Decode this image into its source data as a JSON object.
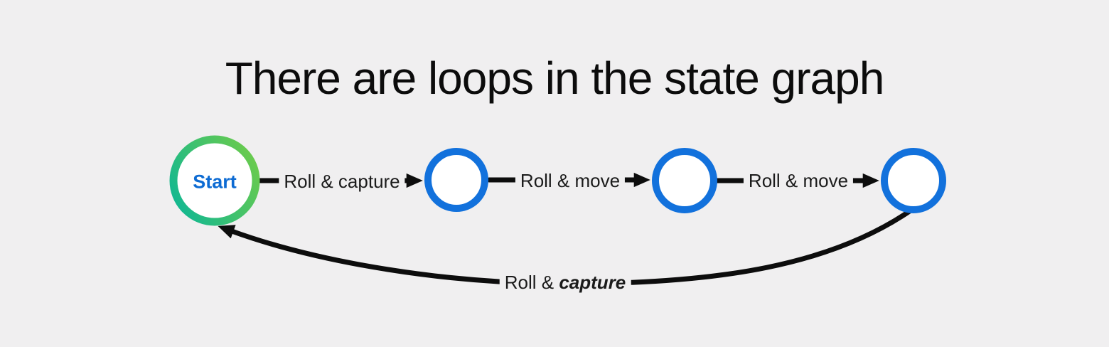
{
  "title": "There are loops in the state graph",
  "nodes": {
    "start": {
      "label": "Start"
    }
  },
  "edges": {
    "e1": {
      "label": "Roll & capture"
    },
    "e2": {
      "label": "Roll & move"
    },
    "e3": {
      "label": "Roll & move"
    },
    "loop": {
      "label_prefix": "Roll &",
      "label_emphasis": "capture"
    }
  },
  "colors": {
    "background": "#F0EFF0",
    "node_border_blue": "#1271DC",
    "start_label_blue": "#0D6BD3",
    "edge_line": "#0D0D0D",
    "title_color": "#0C0C0C",
    "label_color": "#1B1B1B",
    "start_border_gradient": [
      "#14B890",
      "#6BCB4C"
    ]
  }
}
